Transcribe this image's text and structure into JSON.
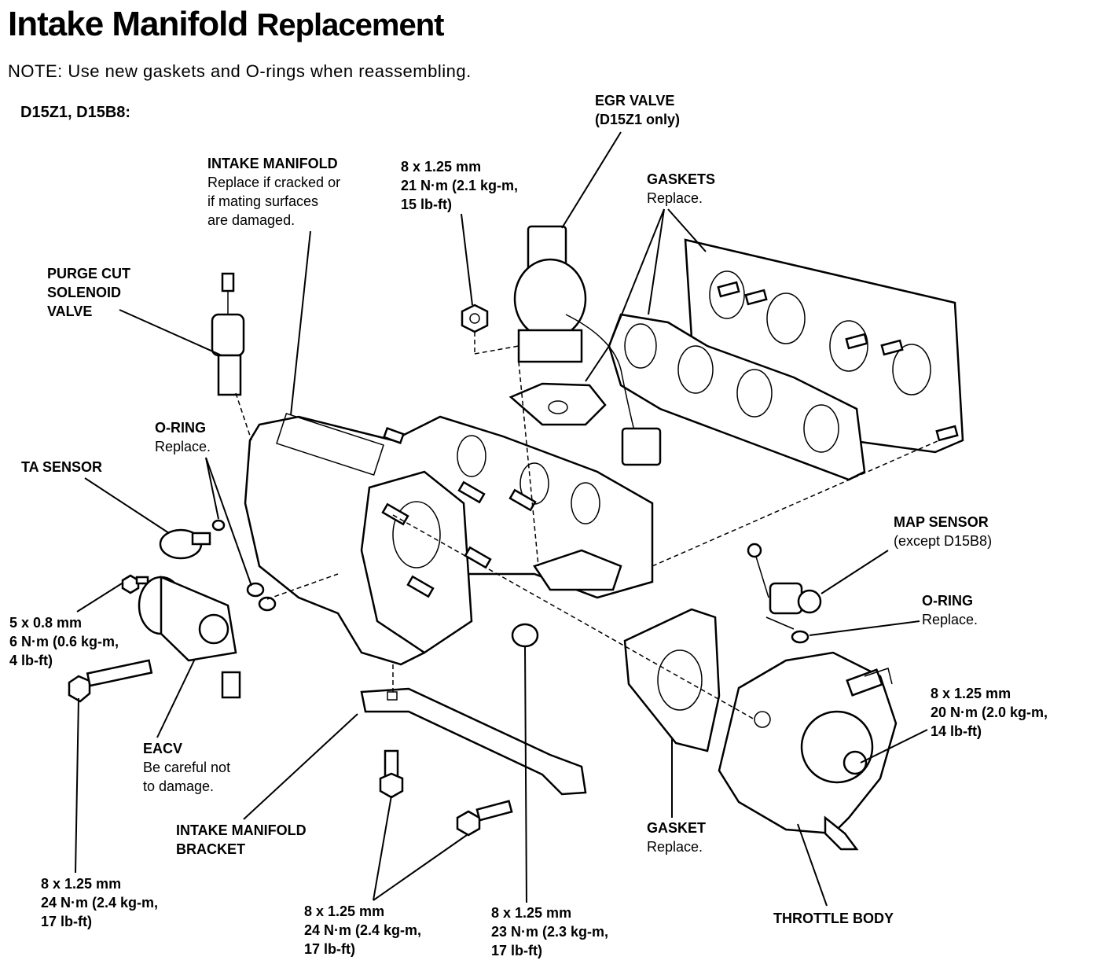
{
  "title": {
    "part1": "Intake Manifold",
    "part2": "Replacement"
  },
  "note": "NOTE:  Use new gaskets and O-rings when reassembling.",
  "models": "D15Z1, D15B8:",
  "labels": {
    "egr_valve": {
      "bold": [
        "EGR VALVE",
        "(D15Z1 only)"
      ]
    },
    "gaskets_top": {
      "bold": [
        "GASKETS"
      ],
      "normal": [
        "Replace."
      ]
    },
    "intake_manifold": {
      "bold": [
        "INTAKE MANIFOLD"
      ],
      "normal": [
        "Replace if cracked or",
        "if mating surfaces",
        "are damaged."
      ]
    },
    "egr_bolt": {
      "bold": [
        "8 x 1.25 mm",
        "21 N·m (2.1 kg-m,",
        "15 lb-ft)"
      ]
    },
    "purge_cut": {
      "bold": [
        "PURGE CUT",
        "SOLENOID",
        "VALVE"
      ]
    },
    "oring_left": {
      "bold": [
        "O-RING"
      ],
      "normal": [
        "Replace."
      ]
    },
    "ta_sensor": {
      "bold": [
        "TA SENSOR"
      ]
    },
    "map_sensor": {
      "bold": [
        "MAP SENSOR"
      ],
      "normal": [
        "(except D15B8)"
      ]
    },
    "oring_right": {
      "bold": [
        "O-RING"
      ],
      "normal": [
        "Replace."
      ]
    },
    "bolt_5x08": {
      "bold": [
        "5 x 0.8 mm",
        "6 N·m (0.6 kg-m,",
        "4 lb-ft)"
      ]
    },
    "throttle_bolt": {
      "bold": [
        "8 x 1.25 mm",
        "20 N·m (2.0 kg-m,",
        "14 lb-ft)"
      ]
    },
    "eacv": {
      "bold": [
        "EACV"
      ],
      "normal": [
        "Be careful not",
        "to damage."
      ]
    },
    "bracket": {
      "bold": [
        "INTAKE MANIFOLD",
        "BRACKET"
      ]
    },
    "gasket_bottom": {
      "bold": [
        "GASKET"
      ],
      "normal": [
        "Replace."
      ]
    },
    "bolt_left": {
      "bold": [
        "8 x 1.25 mm",
        "24 N·m (2.4 kg-m,",
        "17 lb-ft)"
      ]
    },
    "bolt_mid": {
      "bold": [
        "8 x 1.25 mm",
        "24 N·m (2.4 kg-m,",
        "17 lb-ft)"
      ]
    },
    "bolt_right": {
      "bold": [
        "8 x 1.25 mm",
        "23 N·m (2.3 kg-m,",
        "17 lb-ft)"
      ]
    },
    "throttle_body": {
      "bold": [
        "THROTTLE BODY"
      ]
    }
  }
}
